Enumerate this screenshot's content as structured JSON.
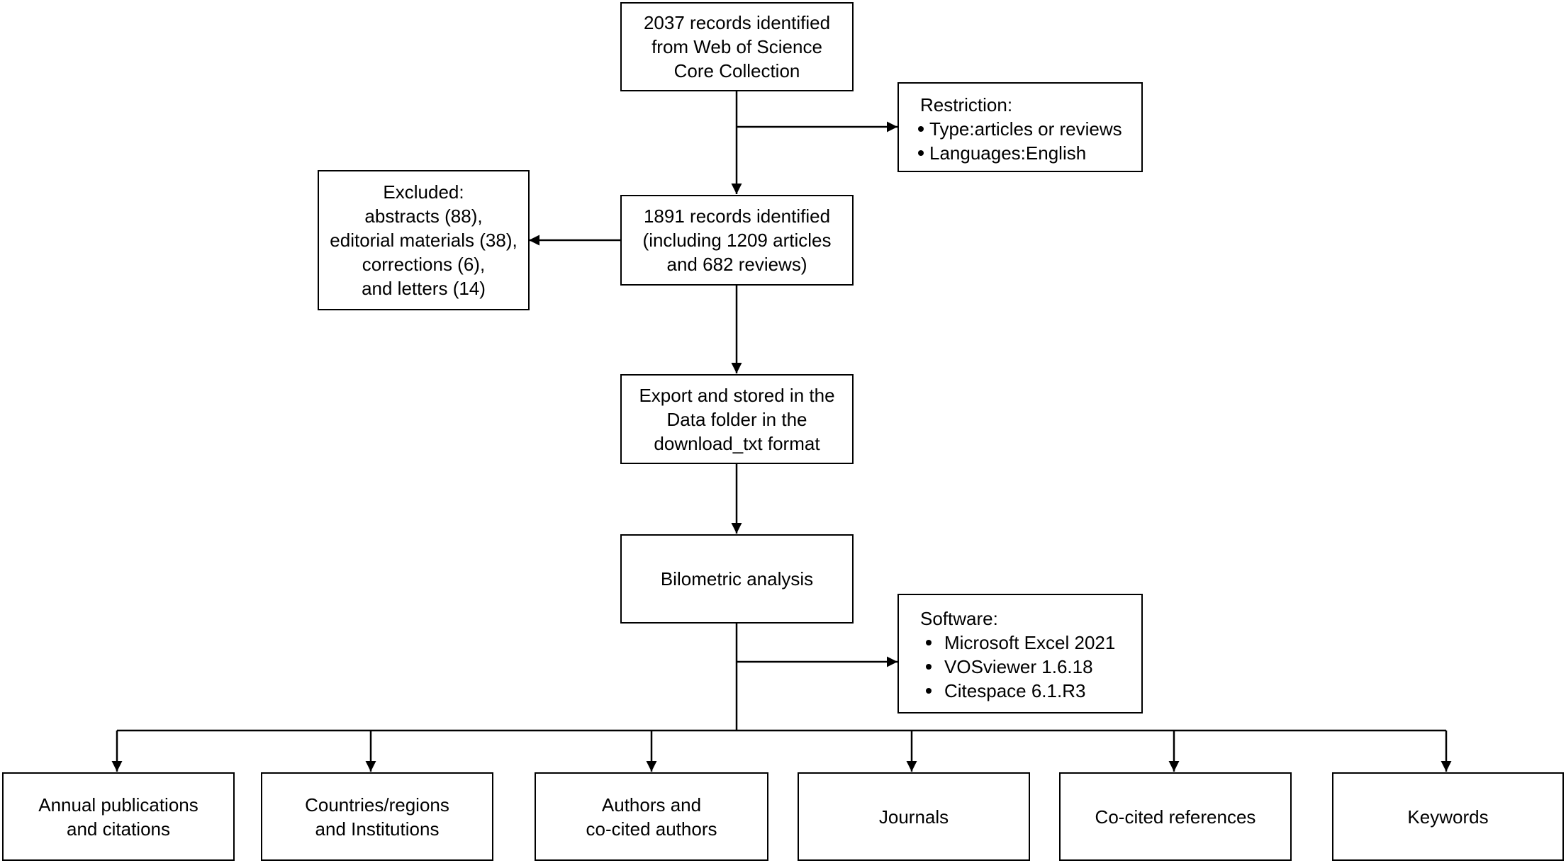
{
  "boxes": {
    "wos": {
      "lines": [
        "2037 records identified",
        "from Web of Science",
        "Core Collection"
      ]
    },
    "restriction": {
      "title": "Restriction:",
      "items": [
        "Type:articles or reviews",
        "Languages:English"
      ]
    },
    "excluded": {
      "lines": [
        "Excluded:",
        "abstracts (88),",
        "editorial materials (38),",
        "corrections (6),",
        "and letters (14)"
      ]
    },
    "identified": {
      "lines": [
        "1891 records identified",
        "(including 1209 articles",
        "and 682 reviews)"
      ]
    },
    "export": {
      "lines": [
        "Export and stored in the",
        "Data folder in the",
        "download_txt format"
      ]
    },
    "analysis": {
      "lines": [
        "Bilometric analysis"
      ]
    },
    "software": {
      "title": "Software:",
      "items": [
        "Microsoft Excel 2021",
        "VOSviewer 1.6.18",
        "Citespace 6.1.R3"
      ]
    }
  },
  "outputs": [
    {
      "lines": [
        "Annual publications",
        "and citations"
      ]
    },
    {
      "lines": [
        "Countries/regions",
        "and Institutions"
      ]
    },
    {
      "lines": [
        "Authors and",
        "co-cited authors"
      ]
    },
    {
      "lines": [
        "Journals"
      ]
    },
    {
      "lines": [
        "Co-cited references"
      ]
    },
    {
      "lines": [
        "Keywords"
      ]
    }
  ],
  "colors": {
    "stroke": "#000000",
    "fill": "#ffffff"
  }
}
